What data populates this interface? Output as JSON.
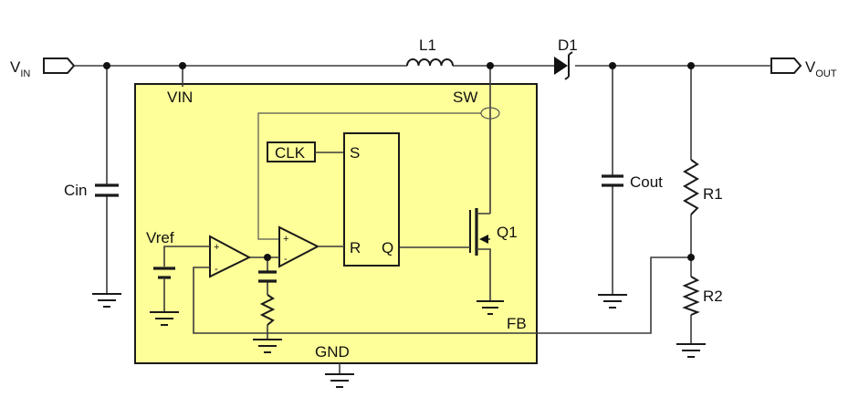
{
  "colors": {
    "ic_fill": "#ffff99",
    "ic_border": "#1a1a1a",
    "wire": "#3a3a3a"
  },
  "labels": {
    "vin_main": "V",
    "vin_sub": "IN",
    "vout_main": "V",
    "vout_sub": "OUT",
    "l1": "L1",
    "d1": "D1",
    "pin_vin": "VIN",
    "pin_sw": "SW",
    "pin_fb": "FB",
    "pin_gnd": "GND",
    "cin": "Cin",
    "cout": "Cout",
    "r1": "R1",
    "r2": "R2",
    "q1": "Q1",
    "vref": "Vref",
    "clk": "CLK",
    "latch_s": "S",
    "latch_r": "R",
    "latch_q": "Q",
    "plus": "+",
    "minus": "-"
  }
}
